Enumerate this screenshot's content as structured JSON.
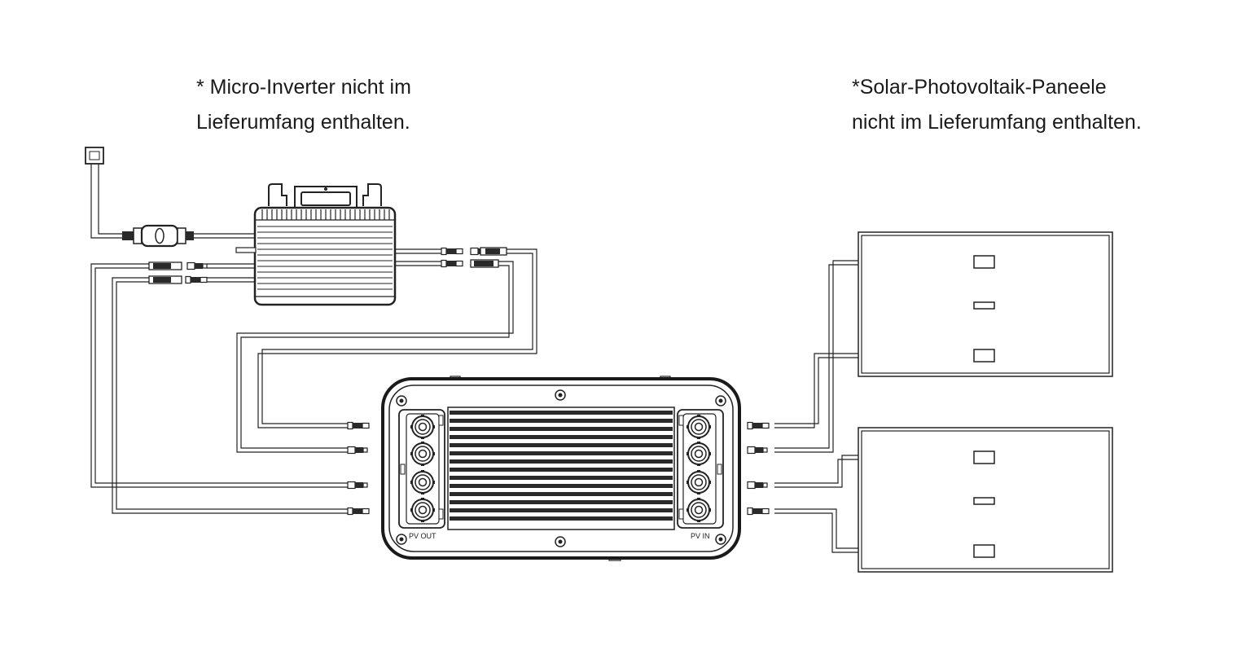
{
  "notes": {
    "inverter": [
      "* Micro-Inverter nicht im",
      "Lieferumfang enthalten."
    ],
    "panels": [
      "*Solar-Photovoltaik-Paneele",
      "nicht im Lieferumfang enthalten."
    ]
  },
  "station": {
    "pv_out_label": "PV OUT",
    "pv_in_label": "PV IN"
  },
  "colors": {
    "line": "#222222",
    "fill_dark": "#2a2a2a",
    "background": "#ffffff"
  }
}
